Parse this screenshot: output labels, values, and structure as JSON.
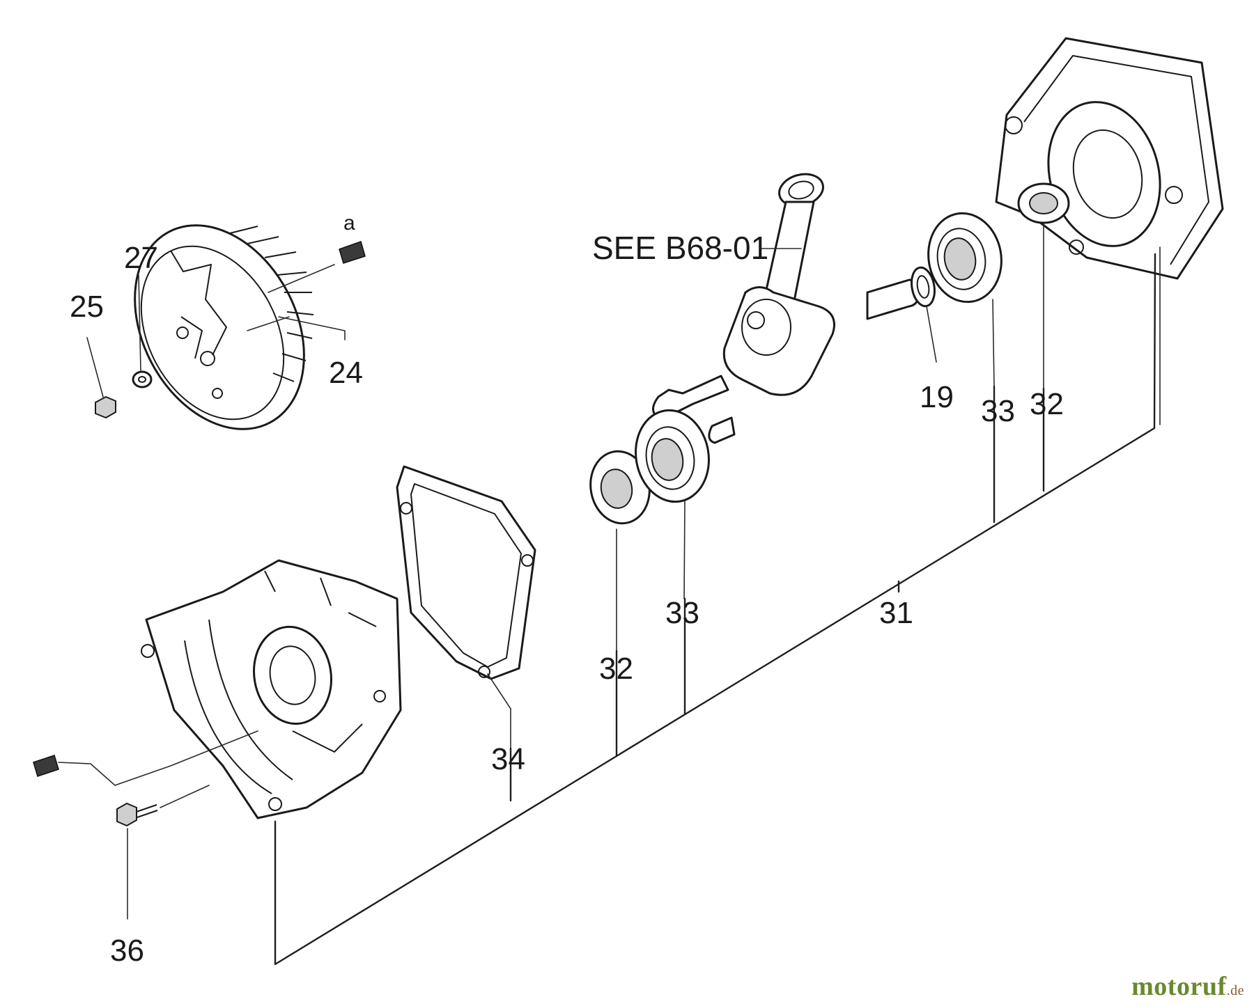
{
  "reference": "SEE B68-01",
  "callouts": {
    "arrow_a": "a",
    "p19": "19",
    "p24": "24",
    "p25": "25",
    "p27": "27",
    "p31": "31",
    "p32_left": "32",
    "p32_right": "32",
    "p33_left": "33",
    "p33_right": "33",
    "p34": "34",
    "p36": "36"
  },
  "watermark": {
    "brand": "motoruf",
    "tld": ".de"
  }
}
